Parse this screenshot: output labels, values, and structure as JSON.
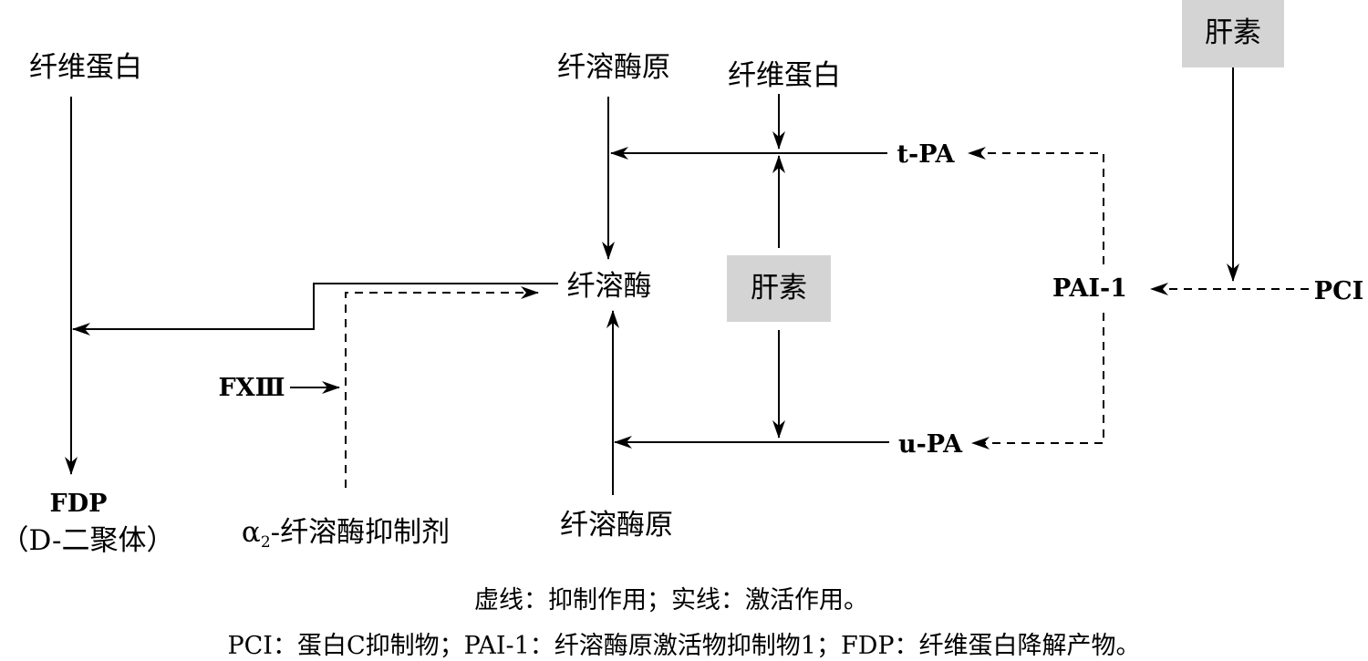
{
  "nodes": {
    "fibrin_left": "纤维蛋白",
    "plasminogen_top": "纤溶酶原",
    "fibrin_mid": "纤维蛋白",
    "heparin_top": "肝素",
    "tpa": "t-PA",
    "plasmin": "纤溶酶",
    "heparin_mid": "肝素",
    "pai1": "PAI-1",
    "pci": "PCI",
    "fxiii": "FXⅢ",
    "upa": "u-PA",
    "fdp": "FDP",
    "fdp_sub": "（D-二聚体）",
    "a2_alpha": "α",
    "a2_sub": "2",
    "a2_rest": "-纤溶酶抑制剂",
    "plasminogen_bottom": "纤溶酶原"
  },
  "legend": {
    "line1": "虚线：抑制作用；实线：激活作用。",
    "line2": "PCI：蛋白C抑制物；PAI-1：纤溶酶原激活物抑制物1；FDP：纤维蛋白降解产物。"
  },
  "colors": {
    "heparin_box": "#d4d4d4",
    "line": "#000000"
  }
}
